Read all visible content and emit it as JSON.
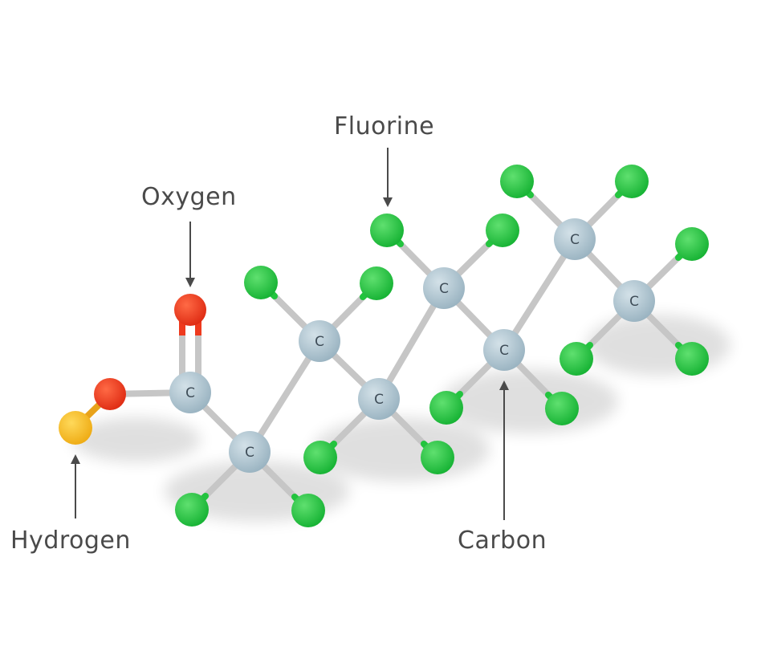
{
  "labels": {
    "fluorine": "Fluorine",
    "oxygen": "Oxygen",
    "hydrogen": "Hydrogen",
    "carbon": "Carbon"
  },
  "carbon_symbol": "C",
  "colors": {
    "carbon": "#a9c2cf",
    "fluorine": "#22c43e",
    "oxygen": "#ee3a1e",
    "hydrogen": "#f2bf1c",
    "bond": "#c6c6c6",
    "label_text": "#4a4a4a",
    "arrow": "#4a4a4a"
  }
}
